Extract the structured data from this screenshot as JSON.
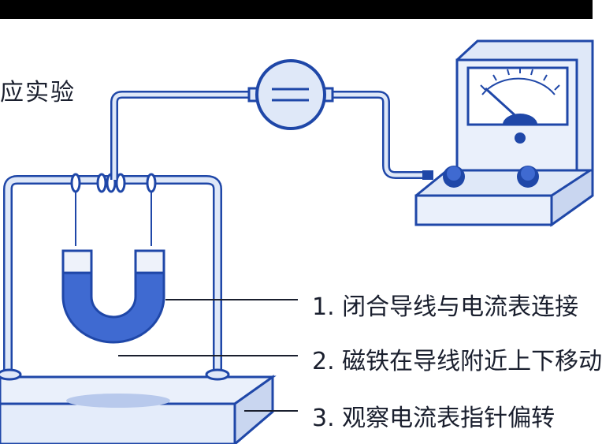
{
  "title": "应实验",
  "steps": [
    {
      "label": "1. 闭合导线与电流表连接"
    },
    {
      "label": "2. 磁铁在导线附近上下移动"
    },
    {
      "label": "3. 观察电流表指针偏转"
    }
  ],
  "colors": {
    "line": "#1f47a8",
    "fill_light": "#dfe8f8",
    "magnet_blue": "#3f6ad1",
    "magnet_white": "#eef2fa",
    "text": "#1a1f2e"
  }
}
